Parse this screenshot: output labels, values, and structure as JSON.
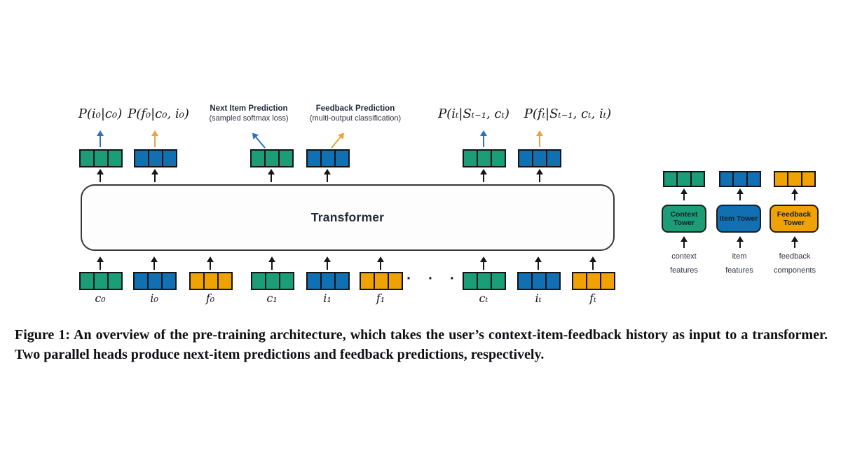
{
  "colors": {
    "green": "#1b9e77",
    "blue": "#1170b2",
    "orange": "#f0a202",
    "arrow-blue": "#2f6ec0",
    "arrow-orange": "#eea13c",
    "ink": "#1c2331",
    "cell-border": "#141414"
  },
  "icons": {
    "up_arrow": "css-shape: vertical shaft + triangle head",
    "ellipsis": "· · ·"
  },
  "transformer_label": "Transformer",
  "output_labels": [
    {
      "text": "P(i₀|c₀)"
    },
    {
      "text": "P(f₀|c₀, i₀)"
    },
    {
      "text": "P(iₜ|Sₜ₋₁, cₜ)"
    },
    {
      "text": "P(fₜ|Sₜ₋₁, cₜ, iₜ)"
    }
  ],
  "prediction_heads": {
    "next_item": {
      "title": "Next Item Prediction",
      "subtitle": "(sampled softmax loss)"
    },
    "feedback": {
      "title": "Feedback Prediction",
      "subtitle": "(multi-output classification)"
    }
  },
  "input_tokens": [
    {
      "label": "c₀",
      "color": "green"
    },
    {
      "label": "i₀",
      "color": "blue"
    },
    {
      "label": "f₀",
      "color": "orange"
    },
    {
      "label": "c₁",
      "color": "green"
    },
    {
      "label": "i₁",
      "color": "blue"
    },
    {
      "label": "f₁",
      "color": "orange"
    },
    {
      "label": "cₜ",
      "color": "green"
    },
    {
      "label": "iₜ",
      "color": "blue"
    },
    {
      "label": "fₜ",
      "color": "orange"
    }
  ],
  "ellipsis": "· · ·",
  "towers": [
    {
      "label": "Context Tower",
      "color": "green",
      "features": [
        "context",
        "features"
      ]
    },
    {
      "label": "Item Tower",
      "color": "blue",
      "features": [
        "item",
        "features"
      ]
    },
    {
      "label": "Feedback Tower",
      "color": "orange",
      "features": [
        "feedback",
        "components"
      ]
    }
  ],
  "caption": "Figure 1: An overview of the pre-training architecture, which takes the user’s context-item-feedback history as input to a transformer. Two parallel heads produce next-item predictions and feedback predictions, respectively."
}
